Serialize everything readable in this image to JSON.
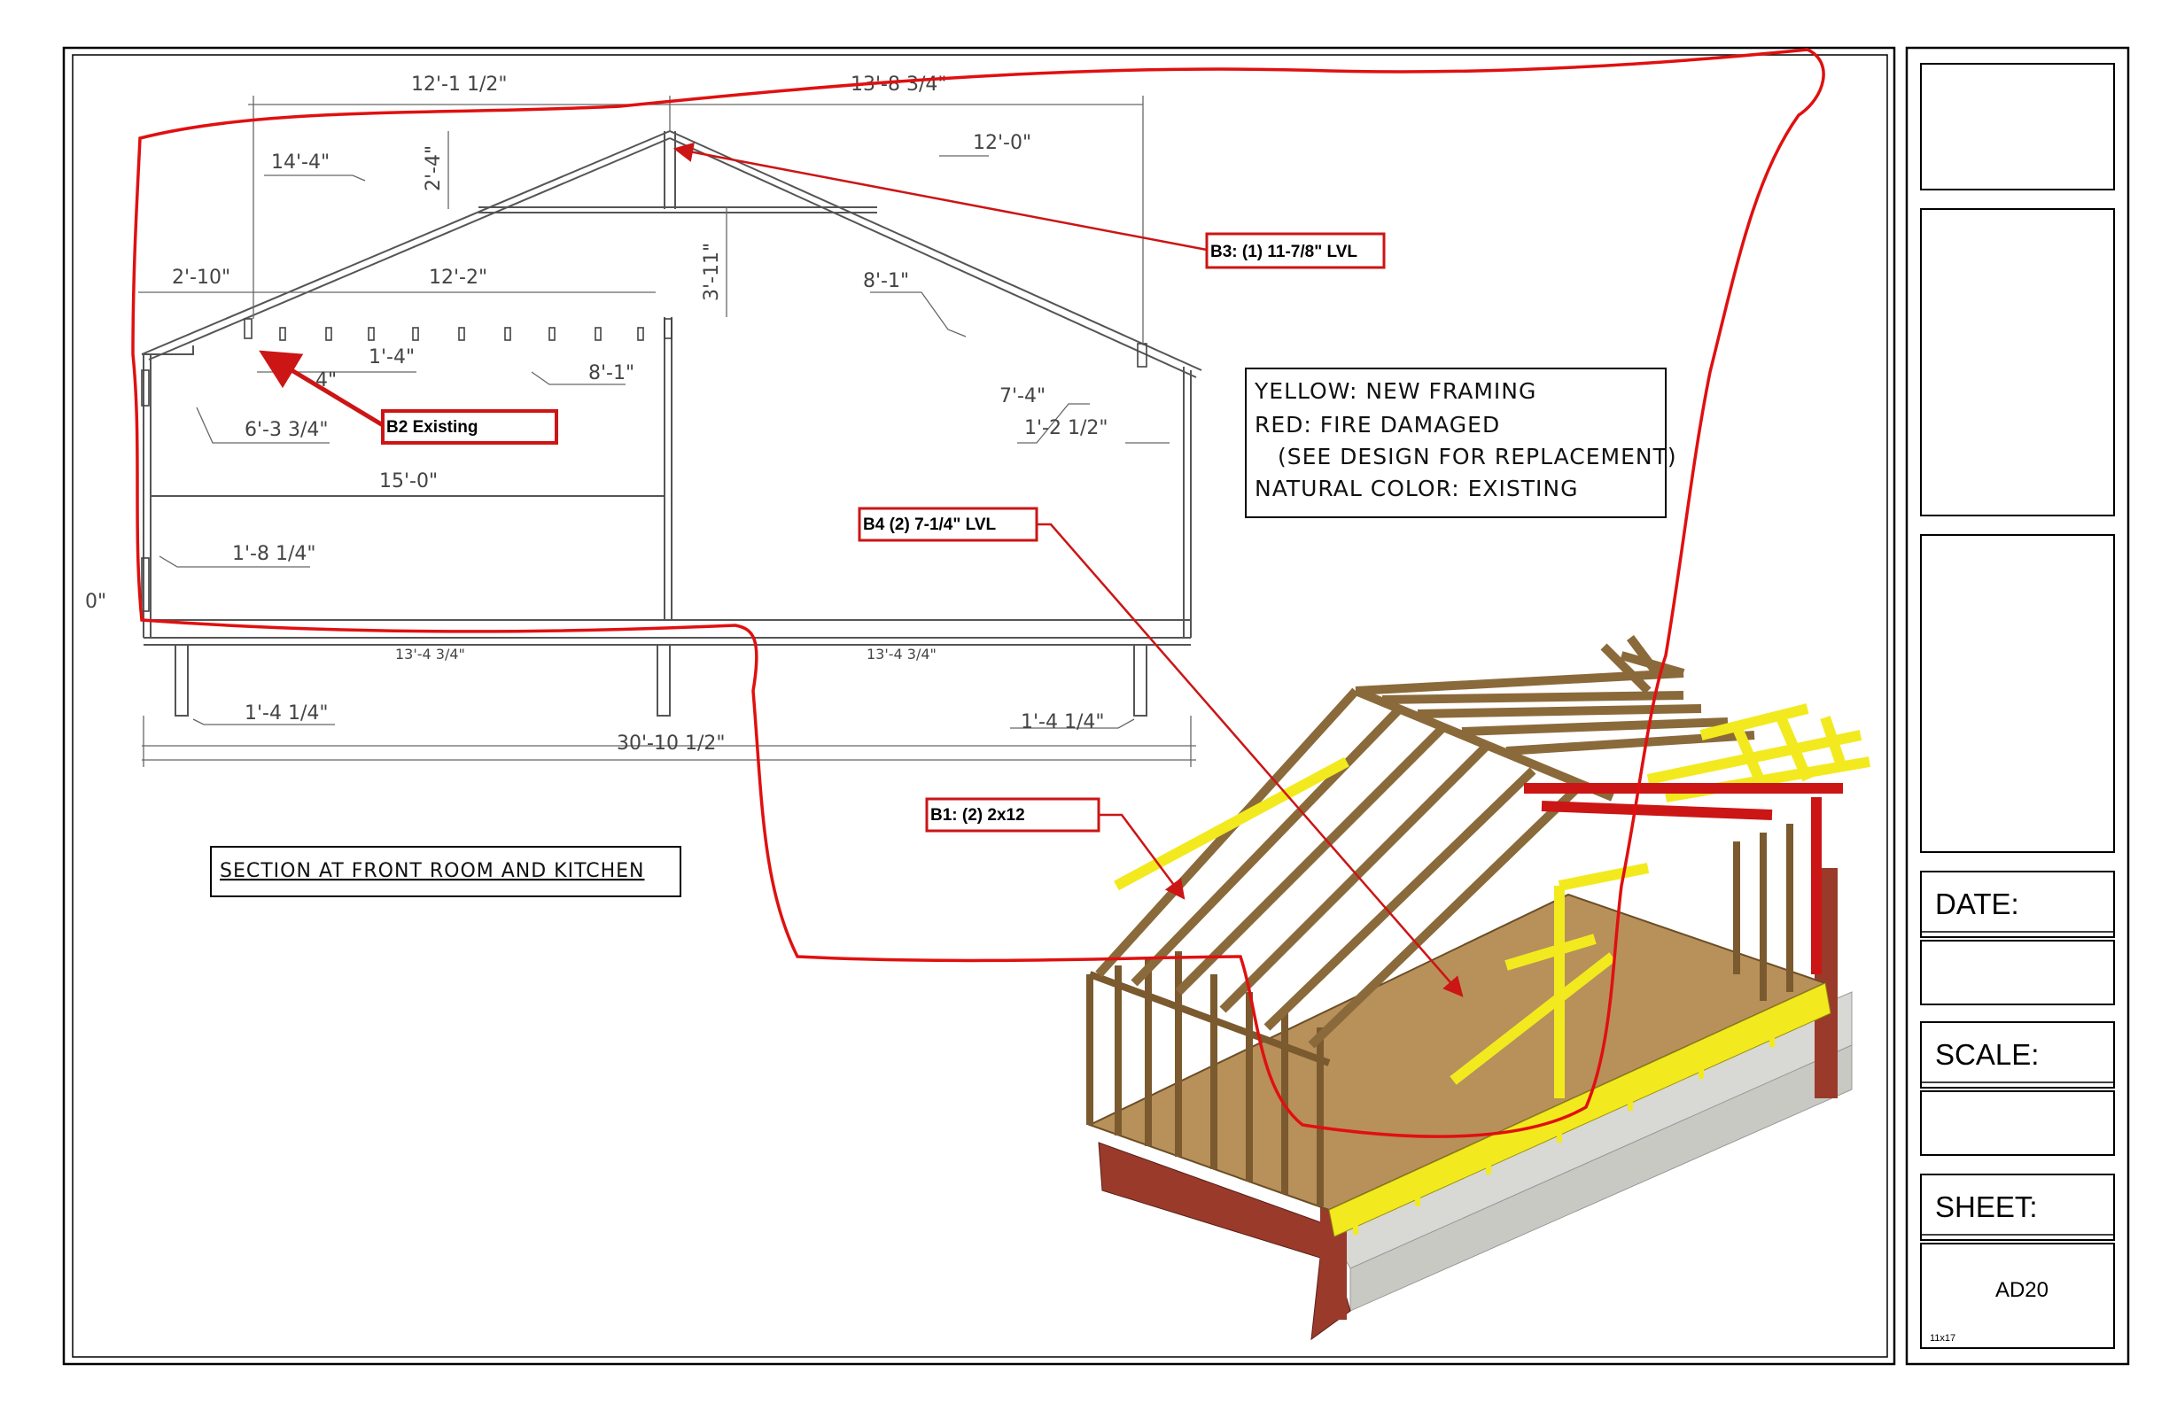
{
  "colors": {
    "cloud": "#e01010",
    "new_framing": "#f2ea1e",
    "fire_damaged": "#cc1515",
    "existing": "#8a6a3a",
    "brick": "#9a3a2a",
    "block": "#d8d8d4"
  },
  "section": {
    "title": "SECTION AT FRONT ROOM AND KITCHEN",
    "dimensions": {
      "d_top_left": "12'-1 1/2\"",
      "d_top_right": "13'-8 3/4\"",
      "d_14_4": "14'-4\"",
      "d_2_4": "2'-4\"",
      "d_12_0": "12'-0\"",
      "d_3_11": "3'-11\"",
      "d_2_10": "2'-10\"",
      "d_12_2": "12'-2\"",
      "d_8_1_top": "8'-1\"",
      "d_1_4": "1'-4\"",
      "d_8_1": "8'-1\"",
      "d_4": "4\"",
      "d_7_4": "7'-4\"",
      "d_6_3": "6'-3 3/4\"",
      "d_1_2": "1'-2 1/2\"",
      "d_15_0": "15'-0\"",
      "d_1_8": "1'-8 1/4\"",
      "d_0": "0\"",
      "d_13_4_left": "13'-4 3/4\"",
      "d_13_4_right": "13'-4 3/4\"",
      "d_1_4_left": "1'-4 1/4\"",
      "d_1_4_right": "1'-4 1/4\"",
      "d_30_10": "30'-10 1/2\""
    }
  },
  "callouts": {
    "b3": "B3: (1) 11-7/8\" LVL",
    "b2": "B2 Existing",
    "b4": "B4 (2) 7-1/4\" LVL",
    "b1": "B1: (2) 2x12"
  },
  "legend": {
    "line1": "YELLOW: NEW FRAMING",
    "line2": "RED: FIRE DAMAGED",
    "line3": "(SEE DESIGN FOR REPLACEMENT)",
    "line4": "NATURAL COLOR: EXISTING"
  },
  "title_block": {
    "date_label": "DATE:",
    "scale_label": "SCALE:",
    "sheet_label": "SHEET:",
    "sheet_number": "AD20",
    "paper_size": "11x17"
  }
}
